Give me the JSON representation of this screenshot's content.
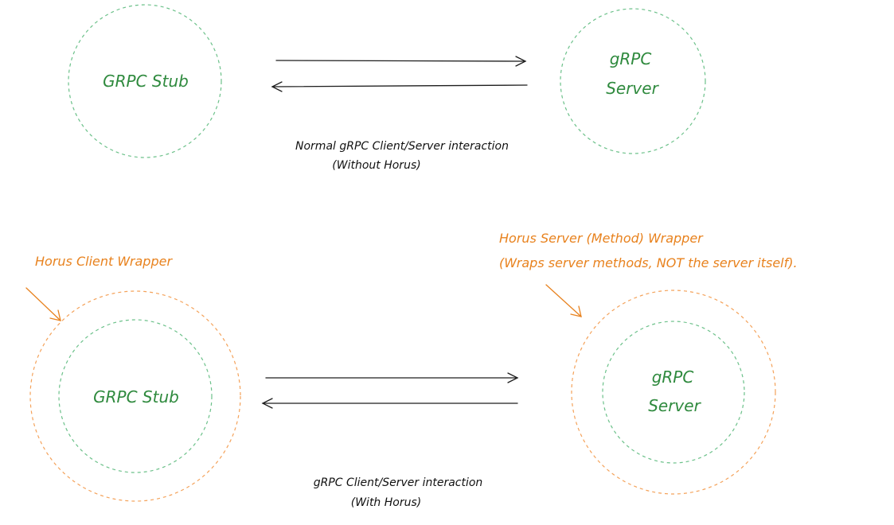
{
  "top": {
    "client_label": "GRPC Stub",
    "server_label_line1": "gRPC",
    "server_label_line2": "Server",
    "caption_line1": "Normal gRPC Client/Server interaction",
    "caption_line2": "(Without Horus)"
  },
  "bottom": {
    "client_wrapper_label": "Horus Client Wrapper",
    "server_wrapper_label_line1": "Horus Server (Method) Wrapper",
    "server_wrapper_label_line2": "(Wraps server methods, NOT the server itself).",
    "client_label": "GRPC Stub",
    "server_label_line1": "gRPC",
    "server_label_line2": "Server",
    "caption_line1": "gRPC Client/Server interaction",
    "caption_line2": "(With Horus)"
  },
  "colors": {
    "green_text": "#2f8a3e",
    "green_dashed": "#6cc18a",
    "orange_text": "#e8821e",
    "orange_dashed": "#f4a25a",
    "arrow": "#1e1e1e"
  }
}
